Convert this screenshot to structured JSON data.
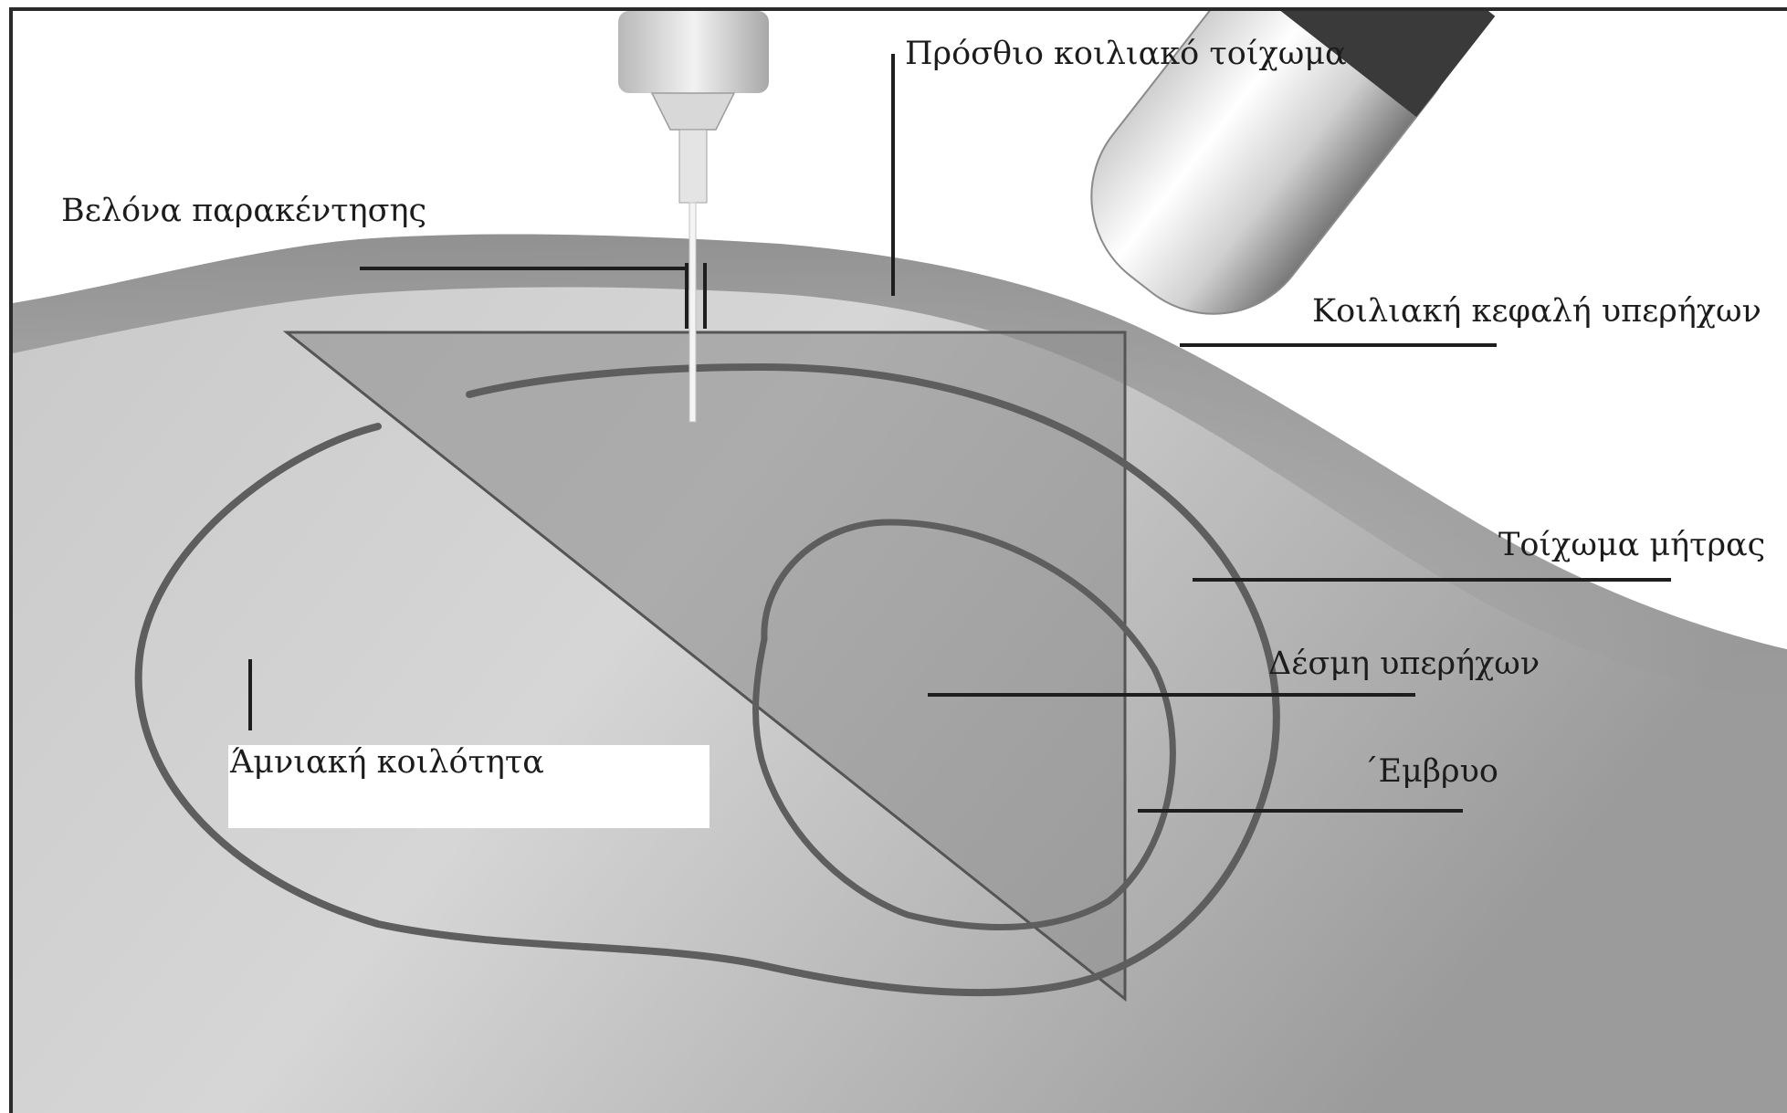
{
  "labels": {
    "needle": "Βελόνα παρακέντησης",
    "abdominal_wall": "Πρόσθιο κοιλιακό τοίχωμα",
    "transducer": "Κοιλιακή κεφαλή υπερήχων",
    "uterine_wall": "Τοίχωμα μήτρας",
    "ultrasound_beam": "Δέσμη υπερήχων",
    "fetus": "΄Εμβρυο",
    "amniotic_cavity": "Άμνιακή κοιλότητα"
  },
  "colors": {
    "background": "#ffffff",
    "tissue": "#d9d9d9",
    "tissue_dark": "#9a9a9a",
    "beam": "#8f8f8f",
    "outline": "#5e5e5e",
    "text": "#1c1c1c"
  }
}
